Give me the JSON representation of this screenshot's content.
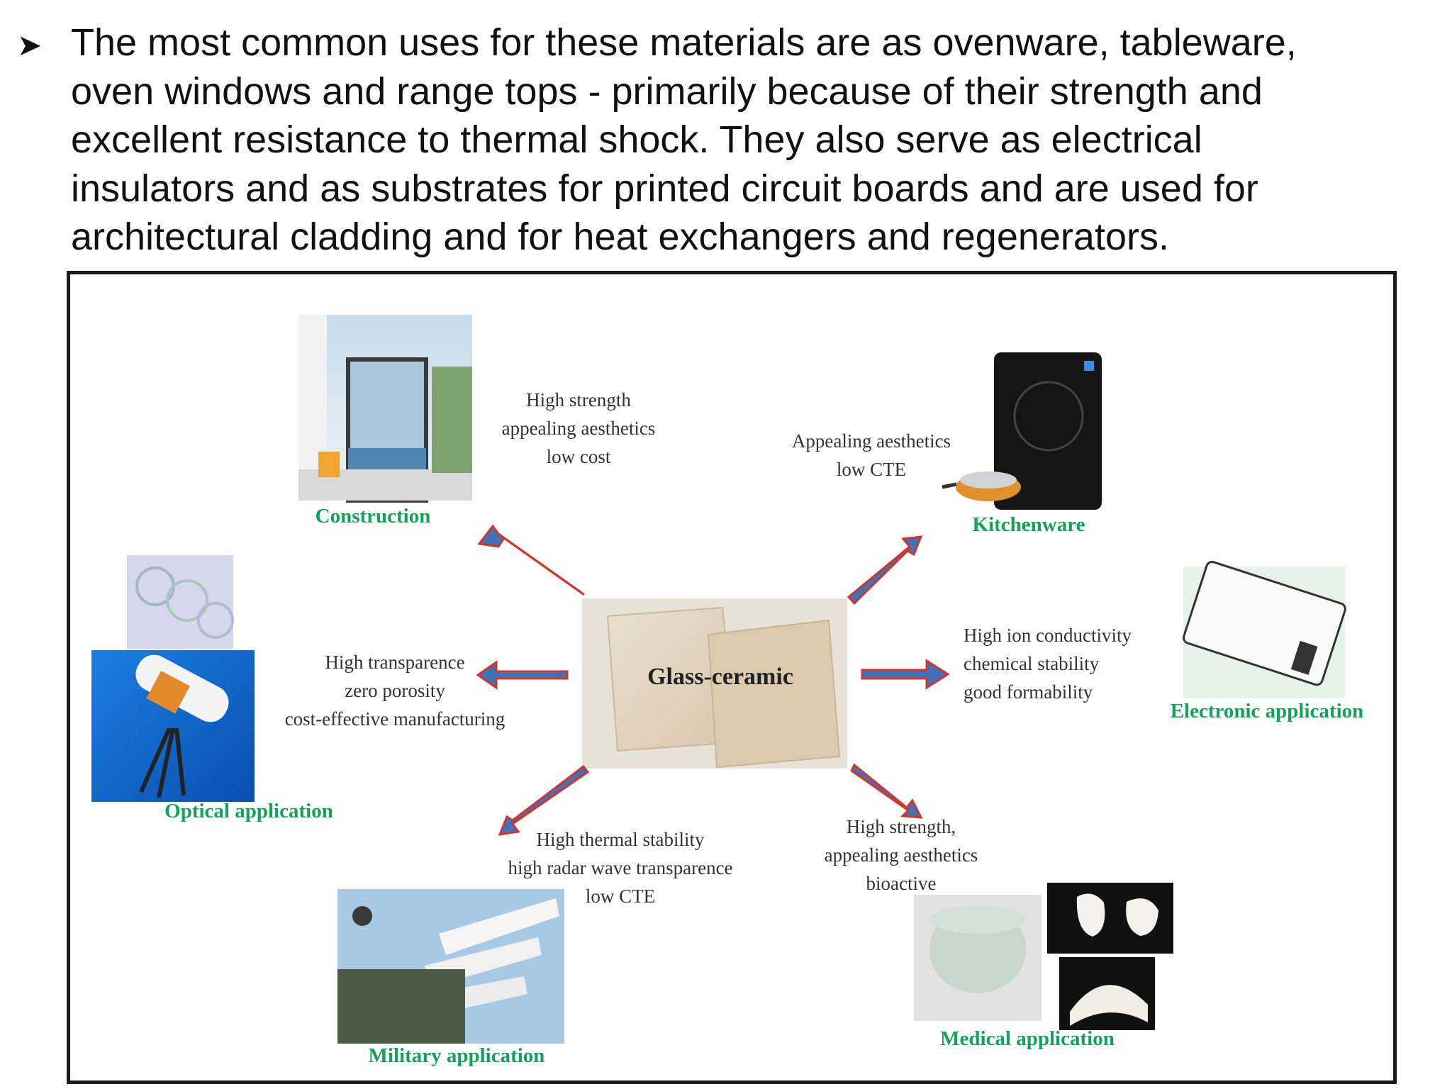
{
  "bullet": {
    "icon": "arrowhead-bullet-icon",
    "lines": [
      "The most common uses for these materials are as ovenware, tableware,",
      "oven windows and range tops - primarily because of their strength and",
      "excellent resistance to thermal shock. They also serve as electrical",
      "insulators and as substrates for printed circuit boards and are used for",
      "architectural cladding and for heat exchangers and regenerators."
    ]
  },
  "figure": {
    "center_label": "Glass-ceramic",
    "label_color": "#12a35a",
    "arrow_fill": "#3f72b8",
    "arrow_edge": "#d4342c",
    "nodes": {
      "construction": {
        "label": "Construction",
        "properties": [
          "High strength",
          "appealing aesthetics",
          "low cost"
        ]
      },
      "kitchenware": {
        "label": "Kitchenware",
        "properties": [
          "Appealing aesthetics",
          "low CTE"
        ]
      },
      "optical": {
        "label": "Optical application",
        "properties": [
          "High transparence",
          "zero  porosity",
          "cost-effective manufacturing"
        ]
      },
      "electronic": {
        "label": "Electronic application",
        "properties": [
          "High ion conductivity",
          "chemical stability",
          "good formability"
        ]
      },
      "military": {
        "label": "Military application",
        "properties": [
          "High thermal stability",
          "high radar wave transparence",
          "low CTE"
        ]
      },
      "medical": {
        "label": "Medical application",
        "properties": [
          "High strength,",
          "appealing aesthetics",
          "bioactive"
        ]
      }
    }
  }
}
